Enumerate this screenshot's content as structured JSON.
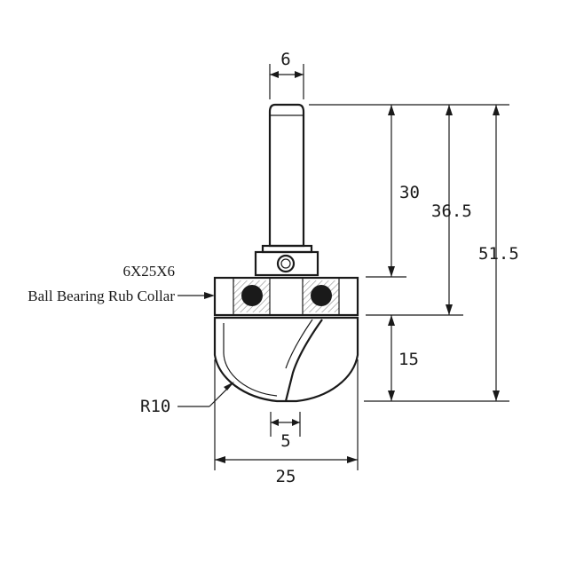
{
  "dimensions": {
    "shank_diameter": "6",
    "shank_to_bearing": "30",
    "shank_to_cutter": "36.5",
    "overall_length": "51.5",
    "cutter_height": "15",
    "radius": "R10",
    "tip_width": "5",
    "cutter_diameter": "25"
  },
  "bearing": {
    "size": "6X25X6",
    "name": "Ball Bearing Rub Collar"
  },
  "colors": {
    "line": "#1a1a1a",
    "hatch": "#8a8a8a",
    "background": "#ffffff"
  }
}
